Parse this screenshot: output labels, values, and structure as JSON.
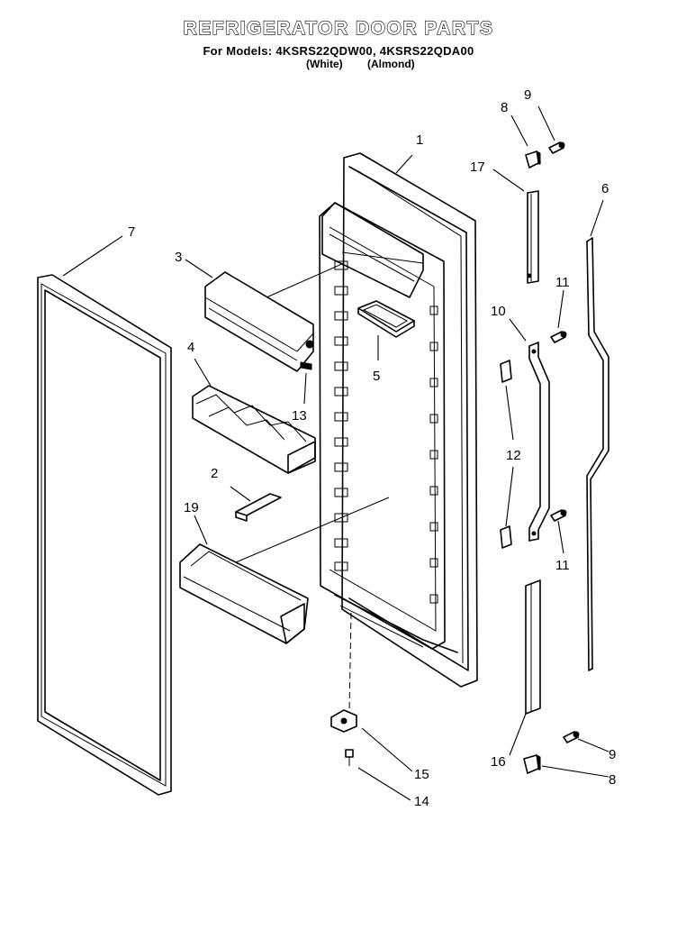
{
  "header": {
    "title": "REFRIGERATOR DOOR PARTS",
    "models_prefix": "For Models:",
    "models": "4KSRS22QDW00, 4KSRS22QDA00",
    "color_white": "(White)",
    "color_almond": "(Almond)"
  },
  "callouts": {
    "c1": "1",
    "c2": "2",
    "c3": "3",
    "c4": "4",
    "c5": "5",
    "c6": "6",
    "c7": "7",
    "c8a": "8",
    "c8b": "8",
    "c9a": "9",
    "c9b": "9",
    "c10": "10",
    "c11a": "11",
    "c11b": "11",
    "c12": "12",
    "c13": "13",
    "c14": "14",
    "c15": "15",
    "c16": "16",
    "c17": "17",
    "c19": "19"
  }
}
